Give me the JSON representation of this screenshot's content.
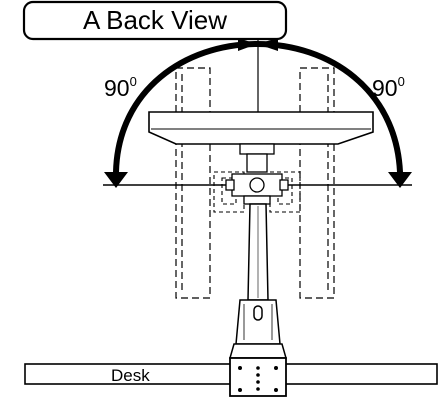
{
  "title": "A Back View",
  "rotation_left": {
    "value": "90",
    "unit": "0"
  },
  "rotation_right": {
    "value": "90",
    "unit": "0"
  },
  "desk_label": "Desk",
  "colors": {
    "ink": "#000000",
    "paper": "#ffffff"
  }
}
